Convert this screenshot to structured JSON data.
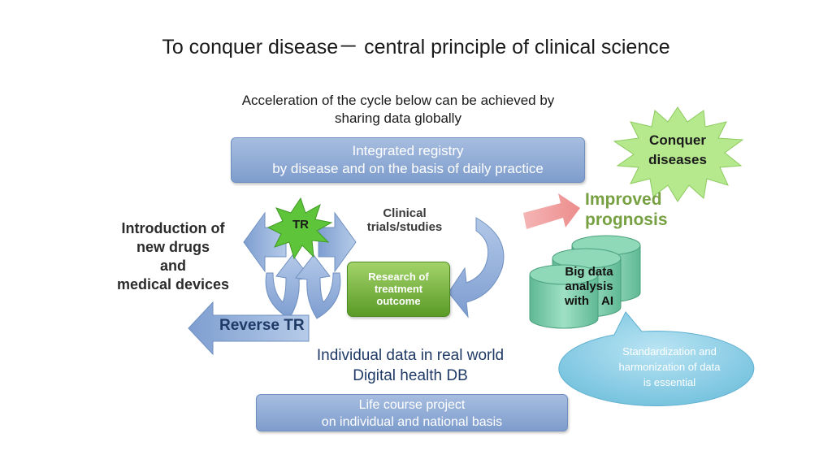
{
  "title": "To conquer disease－ central principle of clinical science",
  "subtitle": [
    "Acceleration of the cycle below can be achieved by",
    "sharing data globally"
  ],
  "registry": [
    "Integrated registry",
    "by disease and on the basis of daily practice"
  ],
  "intro": [
    "Introduction of",
    "new drugs",
    "and",
    "medical devices"
  ],
  "tr": "TR",
  "clinical": [
    "Clinical",
    "trials/studies"
  ],
  "research": [
    "Research of",
    "treatment",
    "outcome"
  ],
  "reverse_tr": "Reverse TR",
  "real_world": [
    "Individual data in real world",
    "Digital health DB"
  ],
  "life_course": [
    "Life course project",
    "on individual and national basis"
  ],
  "conquer": [
    "Conquer",
    "diseases"
  ],
  "improved": [
    "Improved",
    "prognosis"
  ],
  "big_data": [
    "Big data",
    "analysis",
    "with　AI"
  ],
  "callout": [
    "Standardization and",
    "harmonization of data",
    "is essential"
  ],
  "colors": {
    "blue_box": "#8fa9d6",
    "arrow_blue": "#8aaad8",
    "green_box": "#5a9a26",
    "starburst_green": "#5ec43a",
    "conquer_star": "#b6e88e",
    "cylinder": "#7fcfb1",
    "pink_arrow": "#f0a0a0",
    "callout": "#8fd0e8",
    "prognosis_text": "#77a042"
  }
}
